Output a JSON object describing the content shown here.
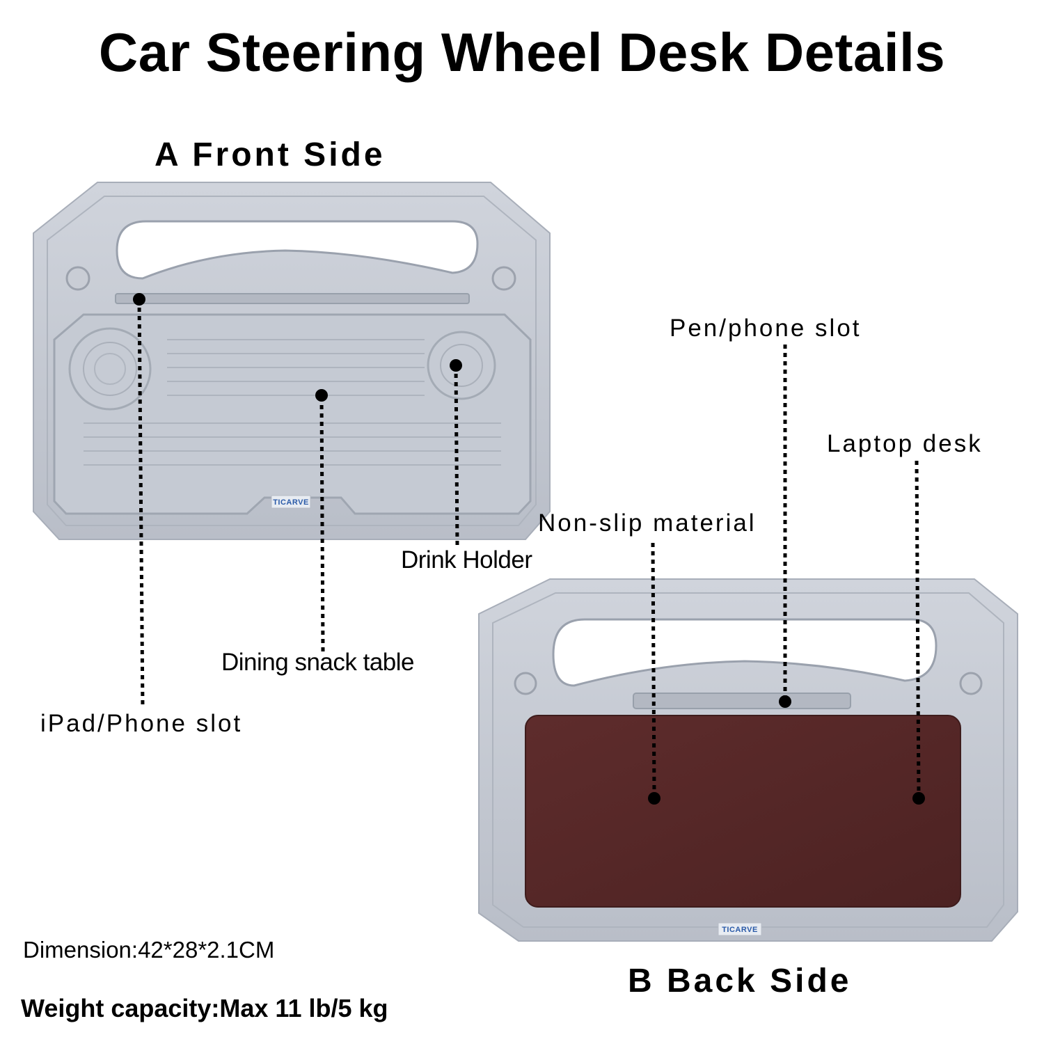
{
  "title": "Car Steering Wheel Desk Details",
  "front": {
    "heading": "A Front Side",
    "brand": "TICARVE",
    "callouts": {
      "ipad_slot": "iPad/Phone slot",
      "snack_table": "Dining snack table",
      "drink_holder": "Drink Holder"
    }
  },
  "back": {
    "heading": "B Back Side",
    "brand": "TICARVE",
    "callouts": {
      "pen_slot": "Pen/phone slot",
      "laptop_desk": "Laptop desk",
      "non_slip": "Non-slip material"
    }
  },
  "specs": {
    "dimension": "Dimension:42*28*2.1CM",
    "weight": "Weight capacity:Max 11 lb/5 kg"
  },
  "colors": {
    "tray_gray": "#c3c8d1",
    "mat_brown": "#5a2a2a",
    "brand_blue": "#2a5aa8"
  }
}
